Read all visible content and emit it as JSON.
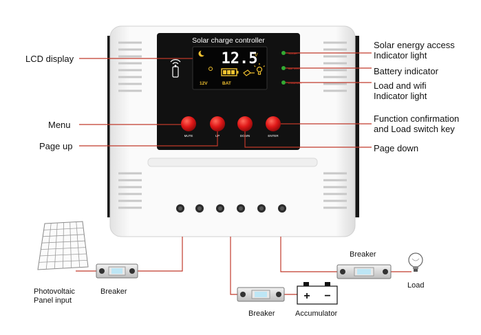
{
  "device": {
    "panel_title": "Solar charge controller",
    "lcd": {
      "voltage": "12.5",
      "voltage_unit": "V",
      "system_voltage": "12V",
      "battery_label": "BAT"
    },
    "indicator_leds": [
      "SOLAR",
      "BATTERY",
      "LOAD/WIFI"
    ],
    "buttons": [
      "MUTE",
      "UP",
      "DOWN",
      "ENTER"
    ],
    "terminal_count": 6
  },
  "callouts": {
    "lcd_display": "LCD display",
    "menu": "Menu",
    "page_up": "Page up",
    "solar_indicator": [
      "Solar energy access",
      "Indicator light"
    ],
    "battery_indicator": "Battery indicator",
    "load_wifi_indicator": [
      "Load and wifi",
      "Indicator light"
    ],
    "function_key": [
      "Function confirmation",
      "and Load switch key"
    ],
    "page_down": "Page down"
  },
  "wiring": {
    "pv_input": [
      "Photovoltaic",
      "Panel input"
    ],
    "breaker_left": "Breaker",
    "breaker_middle": "Breaker",
    "accumulator": "Accumulator",
    "accumulator_plus": "+",
    "accumulator_minus": "−",
    "breaker_right": "Breaker",
    "load": "Load"
  },
  "colors": {
    "callout_line": "#c0392b",
    "button_red": "#e01818",
    "panel_dark": "#111111",
    "lcd_bg": "#050505",
    "lcd_digit": "#ffffff",
    "lcd_accent": "#f2c230",
    "body_white": "#f6f6f6"
  }
}
